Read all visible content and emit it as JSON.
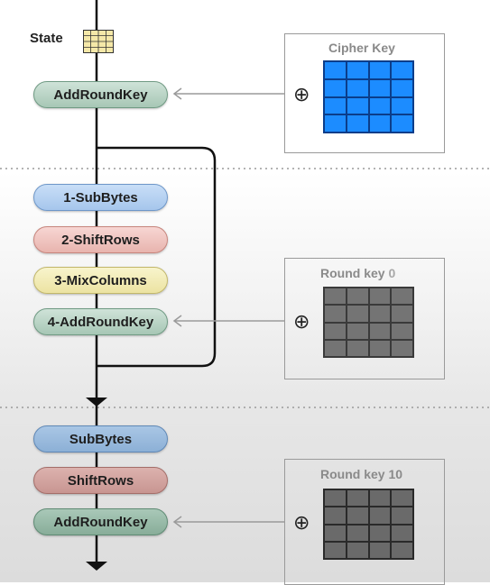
{
  "state_label": "State",
  "initial_stage": {
    "label": "AddRoundKey"
  },
  "main_rounds": [
    {
      "label": "1-SubBytes"
    },
    {
      "label": "2-ShiftRows"
    },
    {
      "label": "3-MixColumns"
    },
    {
      "label": "4-AddRoundKey"
    }
  ],
  "final_round": [
    {
      "label": "SubBytes"
    },
    {
      "label": "ShiftRows"
    },
    {
      "label": "AddRoundKey"
    }
  ],
  "keys": {
    "cipher": {
      "title": "Cipher Key"
    },
    "round0": {
      "title": "Round key",
      "number": "0"
    },
    "round10": {
      "title": "Round key 10"
    }
  },
  "xor_symbol": "⊕",
  "colors": {
    "cipher_cell": "#1c8cff",
    "round_key_cell": "#747474",
    "add_round_key": "#a7c7b5",
    "sub_bytes": "#a6c6ec",
    "shift_rows": "#e8b4ae",
    "mix_columns": "#ece3a2"
  }
}
